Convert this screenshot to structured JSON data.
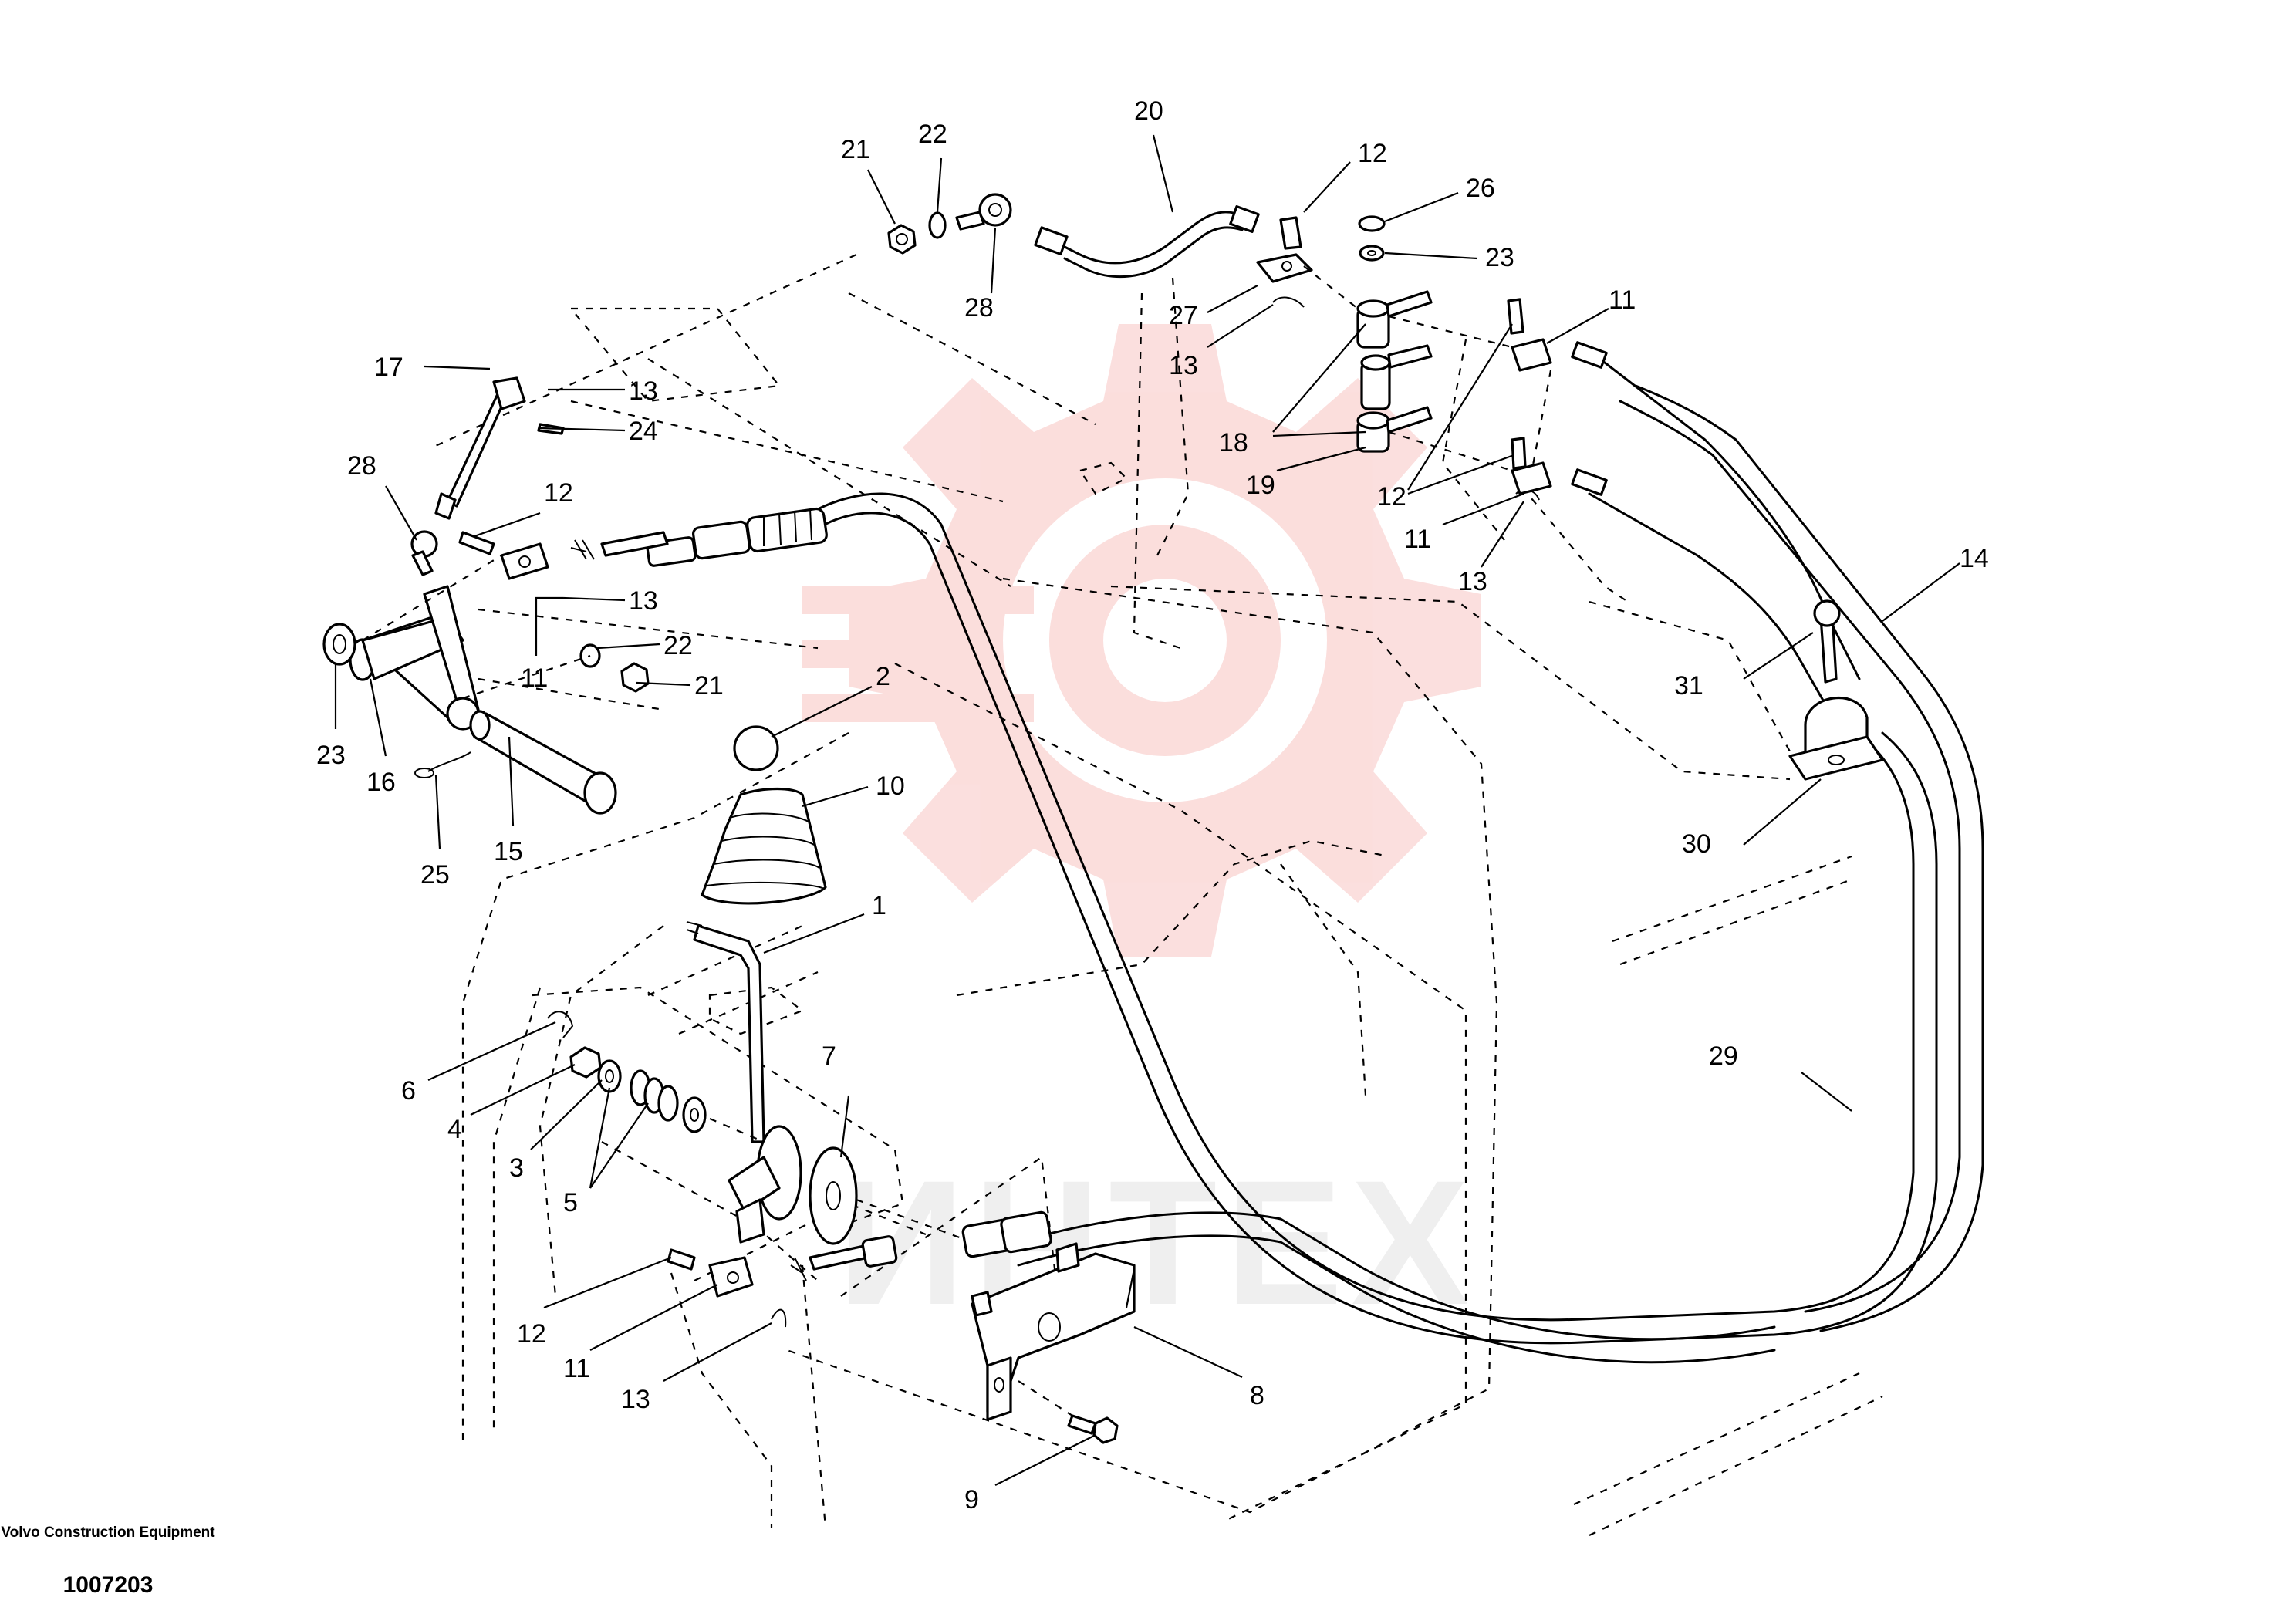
{
  "watermark": {
    "text": "ИНТЕХ",
    "color": "#e8362f"
  },
  "footer": {
    "maker": "Volvo Construction Equipment",
    "document_number": "1007203"
  },
  "callouts": [
    {
      "id": "c20",
      "label": "20"
    },
    {
      "id": "c21a",
      "label": "21"
    },
    {
      "id": "c22a",
      "label": "22"
    },
    {
      "id": "c28a",
      "label": "28"
    },
    {
      "id": "c12a",
      "label": "12"
    },
    {
      "id": "c26",
      "label": "26"
    },
    {
      "id": "c23a",
      "label": "23"
    },
    {
      "id": "c27",
      "label": "27"
    },
    {
      "id": "c13a",
      "label": "13"
    },
    {
      "id": "c11a",
      "label": "11"
    },
    {
      "id": "c18",
      "label": "18"
    },
    {
      "id": "c19",
      "label": "19"
    },
    {
      "id": "c12b",
      "label": "12"
    },
    {
      "id": "c11b",
      "label": "11"
    },
    {
      "id": "c13b",
      "label": "13"
    },
    {
      "id": "c14",
      "label": "14"
    },
    {
      "id": "c31",
      "label": "31"
    },
    {
      "id": "c30",
      "label": "30"
    },
    {
      "id": "c17",
      "label": "17"
    },
    {
      "id": "c13c",
      "label": "13"
    },
    {
      "id": "c24",
      "label": "24"
    },
    {
      "id": "c28b",
      "label": "28"
    },
    {
      "id": "c12c",
      "label": "12"
    },
    {
      "id": "c13d",
      "label": "13"
    },
    {
      "id": "c22b",
      "label": "22"
    },
    {
      "id": "c21b",
      "label": "21"
    },
    {
      "id": "c11c",
      "label": "11"
    },
    {
      "id": "c23b",
      "label": "23"
    },
    {
      "id": "c16",
      "label": "16"
    },
    {
      "id": "c25",
      "label": "25"
    },
    {
      "id": "c15",
      "label": "15"
    },
    {
      "id": "c2",
      "label": "2"
    },
    {
      "id": "c10",
      "label": "10"
    },
    {
      "id": "c1",
      "label": "1"
    },
    {
      "id": "c7",
      "label": "7"
    },
    {
      "id": "c6",
      "label": "6"
    },
    {
      "id": "c4",
      "label": "4"
    },
    {
      "id": "c3",
      "label": "3"
    },
    {
      "id": "c5",
      "label": "5"
    },
    {
      "id": "c29",
      "label": "29"
    },
    {
      "id": "c8",
      "label": "8"
    },
    {
      "id": "c12d",
      "label": "12"
    },
    {
      "id": "c11d",
      "label": "11"
    },
    {
      "id": "c13e",
      "label": "13"
    },
    {
      "id": "c9",
      "label": "9"
    }
  ]
}
